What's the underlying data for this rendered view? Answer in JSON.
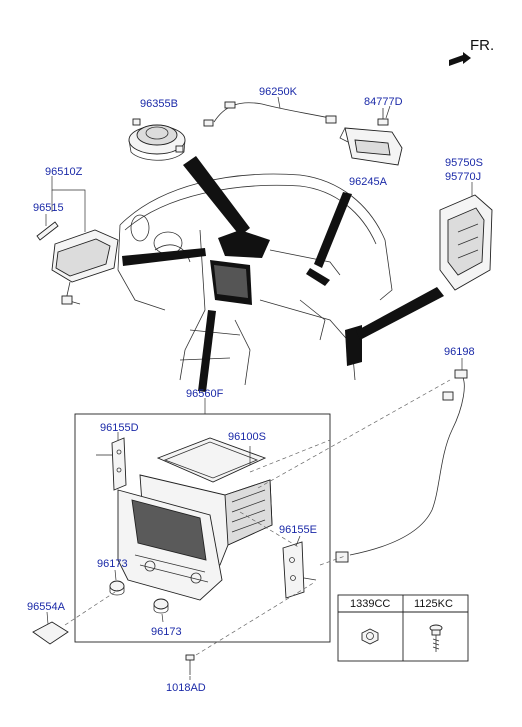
{
  "direction_label": "FR.",
  "labels": {
    "p96355B": "96355B",
    "p96250K": "96250K",
    "p84777D": "84777D",
    "p96510Z": "96510Z",
    "p96515": "96515",
    "p96245A": "96245A",
    "p95750S": "95750S",
    "p95770J": "95770J",
    "p96198": "96198",
    "p96560F": "96560F",
    "p96155D": "96155D",
    "p96100S": "96100S",
    "p96155E": "96155E",
    "p96173a": "96173",
    "p96173b": "96173",
    "p96554A": "96554A",
    "p1018AD": "1018AD"
  },
  "fastener_table": {
    "col1": "1339CC",
    "col2": "1125KC"
  }
}
